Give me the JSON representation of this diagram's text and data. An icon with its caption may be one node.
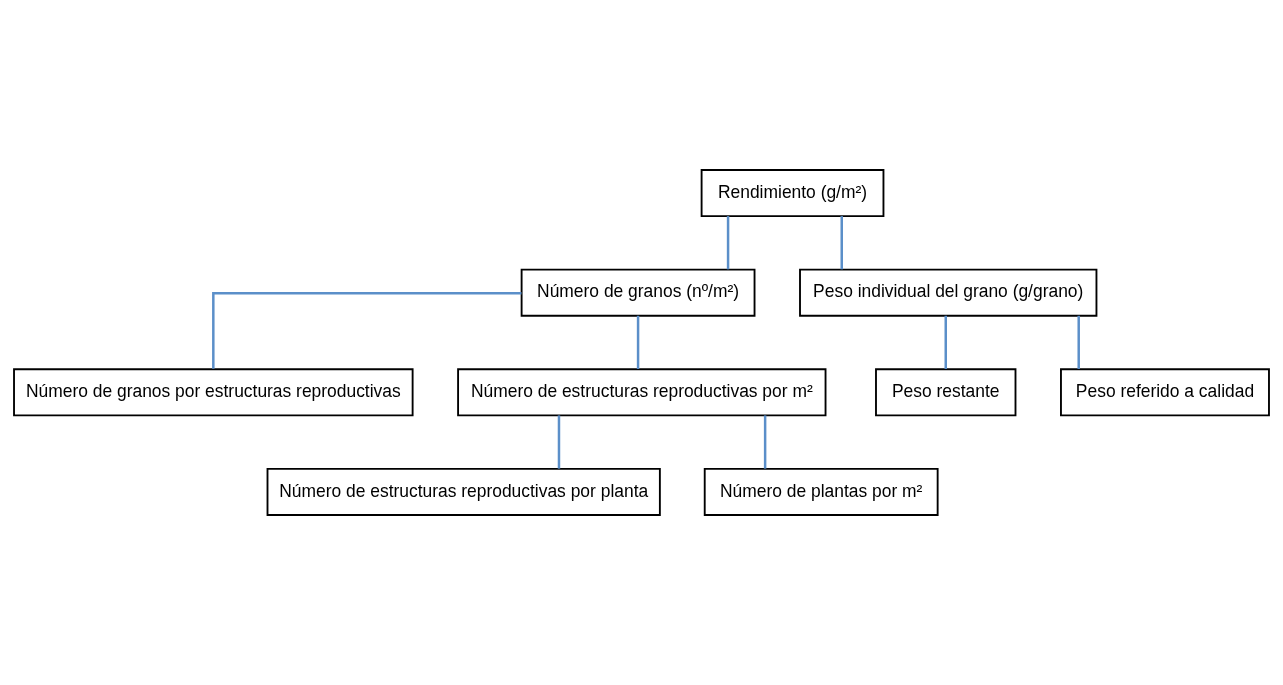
{
  "diagram": {
    "nodes": [
      {
        "text": [
          "Rendimiento (g/m²)"
        ]
      },
      {
        "text": [
          "Número de granos (nº/m²)"
        ]
      },
      {
        "text": [
          "Peso individual del grano (g/grano)"
        ]
      },
      {
        "text": [
          "Número de granos por estructuras reproductivas"
        ]
      },
      {
        "text": [
          "Número de estructuras reproductivas por m²"
        ]
      },
      {
        "text": [
          "Peso restante"
        ]
      },
      {
        "text": [
          "Peso referido a calidad"
        ]
      },
      {
        "text": [
          "Número de estructuras reproductivas por planta"
        ]
      },
      {
        "text": [
          "Número de plantas por m²"
        ]
      }
    ],
    "edges": [
      {
        "from": 0,
        "to": 1,
        "arrow": "none"
      },
      {
        "from": 0,
        "to": 2,
        "arrow": "none"
      },
      {
        "from": 1,
        "to": 3,
        "arrow": "none"
      },
      {
        "from": 1,
        "to": 4,
        "arrow": "none"
      },
      {
        "from": 2,
        "to": 5,
        "arrow": "none"
      },
      {
        "from": 2,
        "to": 6,
        "arrow": "none"
      },
      {
        "from": 4,
        "to": 7,
        "arrow": "none"
      },
      {
        "from": 4,
        "to": 8,
        "arrow": "none"
      }
    ]
  }
}
